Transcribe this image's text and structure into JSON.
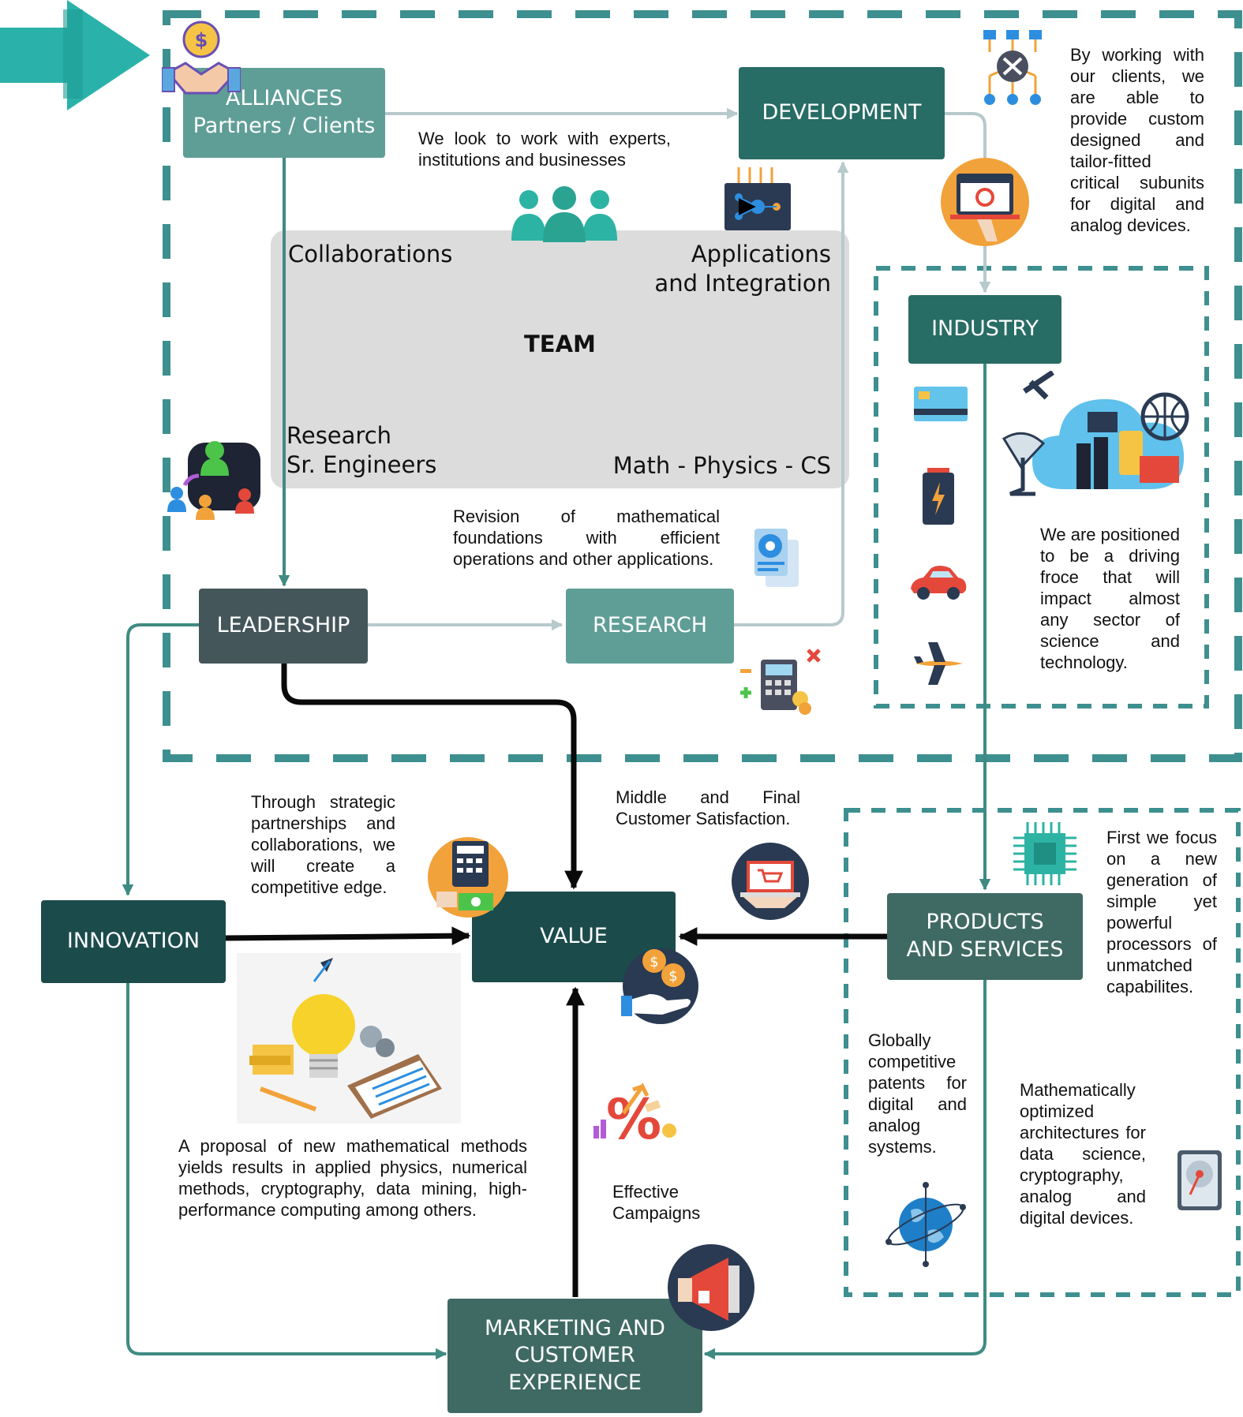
{
  "colors": {
    "teal_dash": "#3e8f8f",
    "team_bg": "#dcdcdc",
    "arrow_light": "#b7c9cc",
    "arrow_teal": "#3f8b82",
    "arrow_black": "#0a0a0a"
  },
  "boxes": {
    "alliances": "ALLIANCES\nPartners / Clients",
    "development": "DEVELOPMENT",
    "industry": "INDUSTRY",
    "leadership": "LEADERSHIP",
    "research": "RESEARCH",
    "innovation": "INNOVATION",
    "value": "VALUE",
    "products": "PRODUCTS\nAND SERVICES",
    "marketing": "MARKETING AND\nCUSTOMER\nEXPERIENCE"
  },
  "team": {
    "title": "TEAM",
    "collaborations": "Collaborations",
    "applications": "Applications\nand Integration",
    "research": "Research\n  Sr. Engineers",
    "math": "Math - Physics - CS"
  },
  "texts": {
    "experts": "We look to work with experts, institutions and businesses",
    "custom": "By working with our clients, we are able to provide custom designed and tailor-fitted critical subunits for digital and analog devices.",
    "revision": "Revision of mathematical foundations with efficient operations and other applications.",
    "positioned": "We are positioned to be a driving froce that will impact almost any sector of science and technology.",
    "strategic": "Through strategic partnerships and collaborations, we will create a competitive edge.",
    "satisfaction": "Middle and Final Customer Satisfaction.",
    "processors": "First we focus on a new generation of simple yet powerful processors of unmatched capabilites.",
    "proposal": "A proposal of new mathematical methods yields results in applied physics, numerical methods, cryptography, data mining, high-performance computing  among others.",
    "patents": "Globally competitive patents for digital and analog systems.",
    "campaigns": "Effective Campaigns",
    "architectures": "Mathematically optimized architectures for data science, cryptography, analog and digital devices."
  },
  "icons": [
    "handshake-dollar-icon",
    "network-settings-icon",
    "laptop-gear-icon",
    "team-people-icon",
    "circuit-monitor-icon",
    "group-connection-icon",
    "document-gear-icon",
    "calculator-icon",
    "credit-card-icon",
    "battery-icon",
    "car-icon",
    "airplane-icon",
    "cloud-technology-icon",
    "calculator-money-icon",
    "shopping-laptop-icon",
    "hand-coins-icon",
    "microchip-icon",
    "lightbulb-idea-icon",
    "discount-percent-icon",
    "globe-network-icon",
    "hard-drive-icon",
    "megaphone-icon"
  ]
}
